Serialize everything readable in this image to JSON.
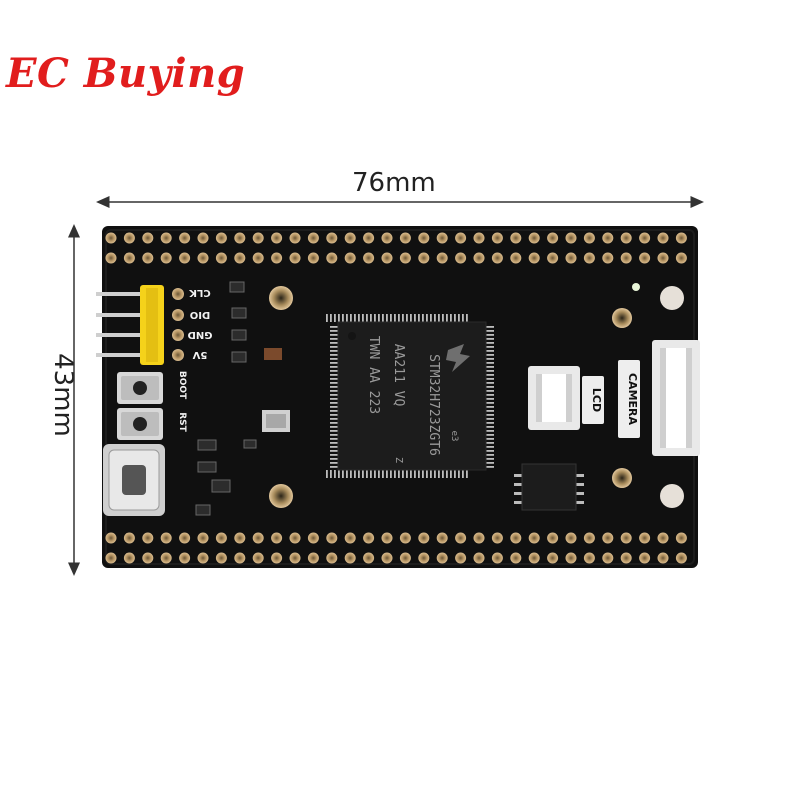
{
  "brand": {
    "text": "EC Buying",
    "color": "#e11d1d"
  },
  "dimensions": {
    "width": "76mm",
    "height": "43mm"
  },
  "board": {
    "pin_labels": [
      "CLK",
      "DIO",
      "GND",
      "5V"
    ],
    "button_labels": [
      "BOOT",
      "RST"
    ],
    "connector_labels": [
      "LCD",
      "CAMERA"
    ],
    "chip_lines": [
      "STM32H723ZGT6",
      "AA211 VQ",
      "TWN AA 223"
    ],
    "chip_small": [
      "e3",
      "Z"
    ],
    "colors": {
      "pcb": "#101010",
      "header": "#f5d21a",
      "pad": "#c8a878"
    }
  }
}
